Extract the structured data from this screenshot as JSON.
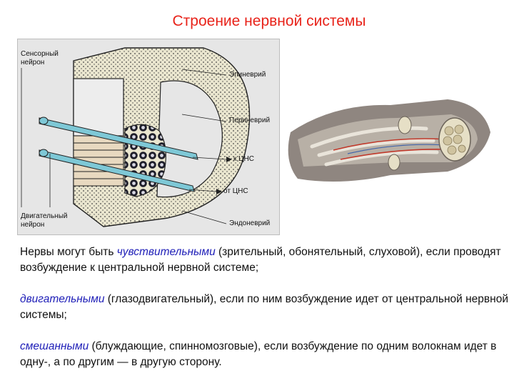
{
  "title": "Строение нервной системы",
  "diagram": {
    "labels": {
      "sensory_neuron": "Сенсорный\nнейрон",
      "motor_neuron": "Двигательный\nнейрон",
      "epineurium": "Эпиневрий",
      "perineurium": "Периневрий",
      "to_cns": "к ЦНС",
      "from_cns": "от ЦНС",
      "endoneurium": "Эндоневрий"
    }
  },
  "text": {
    "p1_before": "Нервы могут быть ",
    "p1_em": "чувствительными",
    "p1_after": " (зрительный, обонятельный, слуховой), если проводят возбуждение к центральной нервной системе;",
    "p2_em": "двигательными",
    "p2_after": " (глазодвигательный), если по ним возбуждение идет от центральной нервной системы;",
    "p3_em": "смешанными",
    "p3_after": " (блуждающие, спинномозговые), если возбуждение по одним волокнам идет в одну-, а по другим — в другую сторону."
  },
  "colors": {
    "title": "#e8231a",
    "emphasis": "#2020b8",
    "fiber": "#7ec8d6"
  }
}
